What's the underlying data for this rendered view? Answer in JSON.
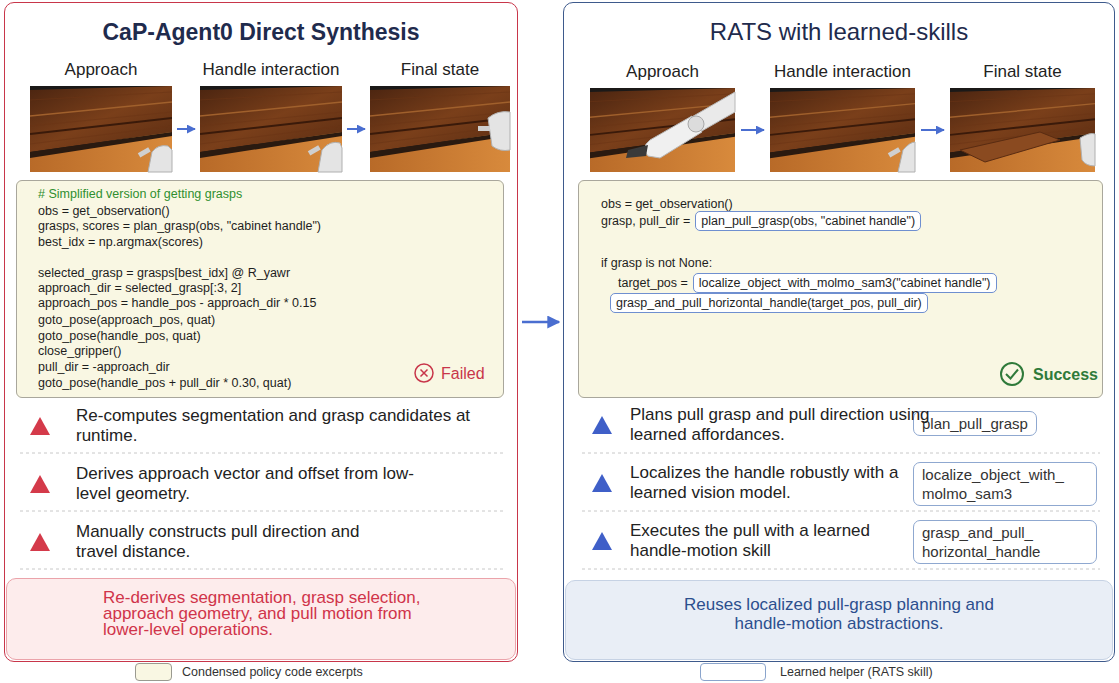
{
  "diagram": {
    "nodes": [
      {
        "text": [
          "CaP-Agent0 Direct Synthesis"
        ]
      },
      {
        "text": [
          "Approach"
        ],
        "in": 0
      },
      {
        "text": [
          "Handle interaction"
        ],
        "in": 0
      },
      {
        "text": [
          "Final state"
        ],
        "in": 0
      },
      {
        "text": [
          "# Simplified version of getting grasps",
          "obs = get_observation()",
          "grasps, scores = plan_grasp(obs, \"cabinet handle\")",
          "best_idx = np.argmax(scores)",
          "selected_grasp = grasps[best_idx] @ R_yawr",
          "approach_dir = selected_grasp[:3, 2]",
          "approach_pos = handle_pos - approach_dir * 0.15",
          "goto_pose(approach_pos, quat)",
          "goto_pose(handle_pos, quat)",
          "close_gripper()",
          "pull_dir = -approach_dir",
          "goto_pose(handle_pos + pull_dir * 0.30, quat)",
          "Failed"
        ],
        "in": 0
      },
      {
        "text": [
          "Re-derives segmentation, grasp selection, approach geometry, and pull motion from lower-level operations."
        ],
        "in": 0
      },
      {
        "text": [
          "RATS with learned-skills"
        ]
      },
      {
        "text": [
          "Approach"
        ],
        "in": 6
      },
      {
        "text": [
          "Handle interaction"
        ],
        "in": 6
      },
      {
        "text": [
          "Final state"
        ],
        "in": 6
      },
      {
        "text": [
          "obs = get_observation()",
          "grasp, pull_dir =",
          "if grasp is not None:",
          "target_pos =",
          "Success"
        ],
        "in": 6
      },
      {
        "text": [
          "plan_pull_grasp(obs, \"cabinet handle\")"
        ],
        "in": 10
      },
      {
        "text": [
          "localize_object_with_molmo_sam3(\"cabinet handle\")"
        ],
        "in": 10
      },
      {
        "text": [
          "grasp_and_pull_horizontal_handle(target_pos, pull_dir)"
        ],
        "in": 10
      },
      {
        "text": [
          "plan_pull_grasp"
        ],
        "in": 6
      },
      {
        "text": [
          "localize_object_with_ molmo_sam3"
        ],
        "in": 6
      },
      {
        "text": [
          "grasp_and_pull_ horizontal_handle"
        ],
        "in": 6
      },
      {
        "text": [
          "Reuses localized pull-grasp planning and handle-motion abstractions."
        ],
        "in": 6
      }
    ],
    "edges": [
      {
        "from": 1,
        "to": 2,
        "arrow": "to"
      },
      {
        "from": 2,
        "to": 3,
        "arrow": "to"
      },
      {
        "from": 0,
        "to": 6,
        "arrow": "to"
      },
      {
        "from": 7,
        "to": 8,
        "arrow": "to"
      },
      {
        "from": 8,
        "to": 9,
        "arrow": "to"
      }
    ],
    "labels": [
      "Re-computes segmentation and grasp candidates at runtime.",
      "Derives approach vector and offset from low-level geometry.",
      "Manually constructs pull direction and travel distance.",
      "Plans pull grasp and pull direction using learned affordances.",
      "Localizes the handle robustly with a learned vision model.",
      "Executes the pull with a learned handle-motion skill"
    ],
    "legend": [
      {
        "text": "Condensed policy code excerpts",
        "color": "#f9f7e3"
      },
      {
        "text": "Learned helper (RATS skill)",
        "color": "#ffffff"
      }
    ]
  }
}
